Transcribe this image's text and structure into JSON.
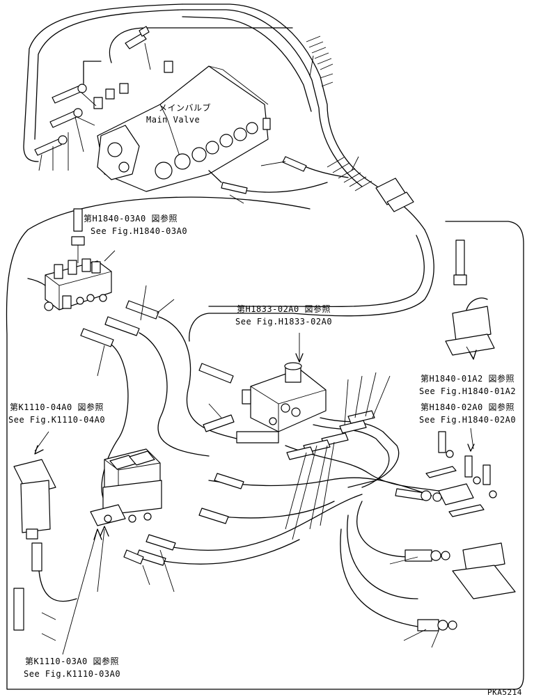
{
  "main_valve": {
    "label_jp": "メインバルブ",
    "label_en": "Main Valve"
  },
  "references": [
    {
      "id": "h1840_03a0",
      "jp": "第H1840-03A0 図参照",
      "en": "See Fig.H1840-03A0"
    },
    {
      "id": "h1833_02a0",
      "jp": "第H1833-02A0 図参照",
      "en": "See Fig.H1833-02A0"
    },
    {
      "id": "h1840_01a2",
      "jp": "第H1840-01A2 図参照",
      "en": "See Fig.H1840-01A2"
    },
    {
      "id": "h1840_02a0",
      "jp": "第H1840-02A0 図参照",
      "en": "See Fig.H1840-02A0"
    },
    {
      "id": "k1110_04a0",
      "jp": "第K1110-04A0 図参照",
      "en": "See Fig.K1110-04A0"
    },
    {
      "id": "k1110_03a0",
      "jp": "第K1110-03A0 図参照",
      "en": "See Fig.K1110-03A0"
    }
  ],
  "drawing_code": "PKA5214"
}
